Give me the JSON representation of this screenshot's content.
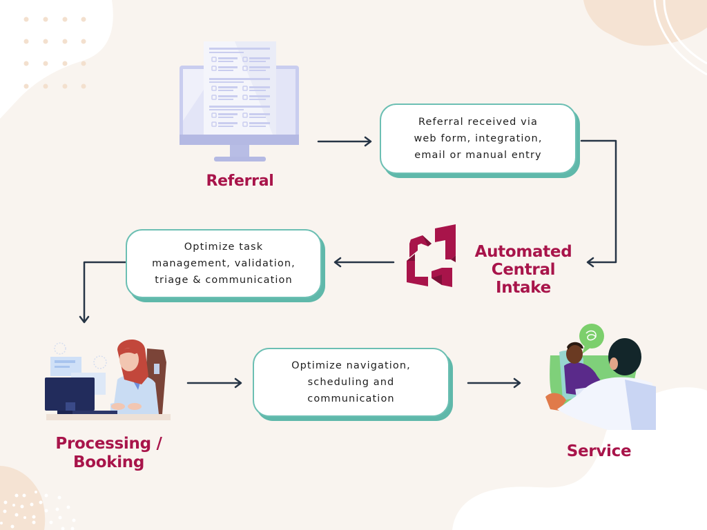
{
  "colors": {
    "background": "#f9f4ef",
    "accent_peach": "#f5e3d3",
    "brand_crimson": "#a8144a",
    "box_border": "#6cbfb3",
    "arrow": "#263445"
  },
  "steps": {
    "referral": {
      "icon": "computer-form-icon",
      "label": "Referral"
    },
    "received": {
      "lines": [
        "Referral received via",
        "web form, integration,",
        "email or manual entry"
      ]
    },
    "intake": {
      "icon": "cross-logo-icon",
      "label_lines": [
        "Automated",
        "Central Intake"
      ]
    },
    "optimize_task": {
      "lines": [
        "Optimize task",
        "management, validation,",
        "triage & communication"
      ]
    },
    "processing": {
      "icon": "clerk-at-computer-icon",
      "label_lines": [
        "Processing /",
        "Booking"
      ]
    },
    "optimize_nav": {
      "lines": [
        "Optimize navigation,",
        "scheduling and",
        "communication"
      ]
    },
    "service": {
      "icon": "doctor-patient-icon",
      "label": "Service"
    }
  }
}
